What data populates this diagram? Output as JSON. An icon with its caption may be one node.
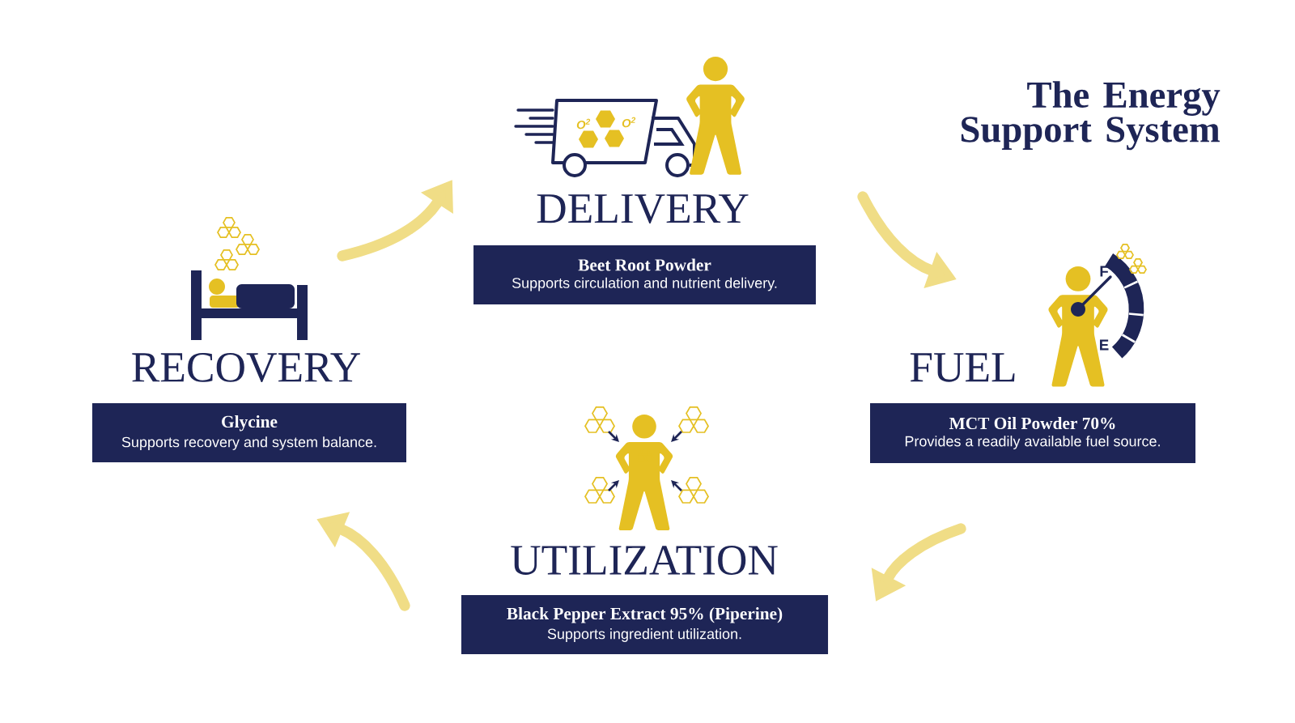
{
  "diagram": {
    "title": "The Energy Support System",
    "nodes": [
      {
        "text": [
          "DELIVERY",
          "Beet Root Powder",
          "Supports circulation and nutrient delivery."
        ]
      },
      {
        "text": [
          "FUEL",
          "MCT Oil Powder 70%",
          "Provides a readily available fuel source."
        ]
      },
      {
        "text": [
          "UTILIZATION",
          "Black Pepper Extract 95% (Piperine)",
          "Supports ingredient utilization."
        ]
      },
      {
        "text": [
          "RECOVERY",
          "Glycine",
          "Supports recovery and system balance."
        ]
      }
    ],
    "edges": [
      {
        "from": 0,
        "to": 1,
        "arrow": "to"
      },
      {
        "from": 1,
        "to": 2,
        "arrow": "to"
      },
      {
        "from": 2,
        "to": 3,
        "arrow": "to"
      },
      {
        "from": 3,
        "to": 0,
        "arrow": "to"
      }
    ],
    "labels": [
      "O$^{2}$",
      "O$^{2}$",
      "F",
      "E"
    ]
  }
}
